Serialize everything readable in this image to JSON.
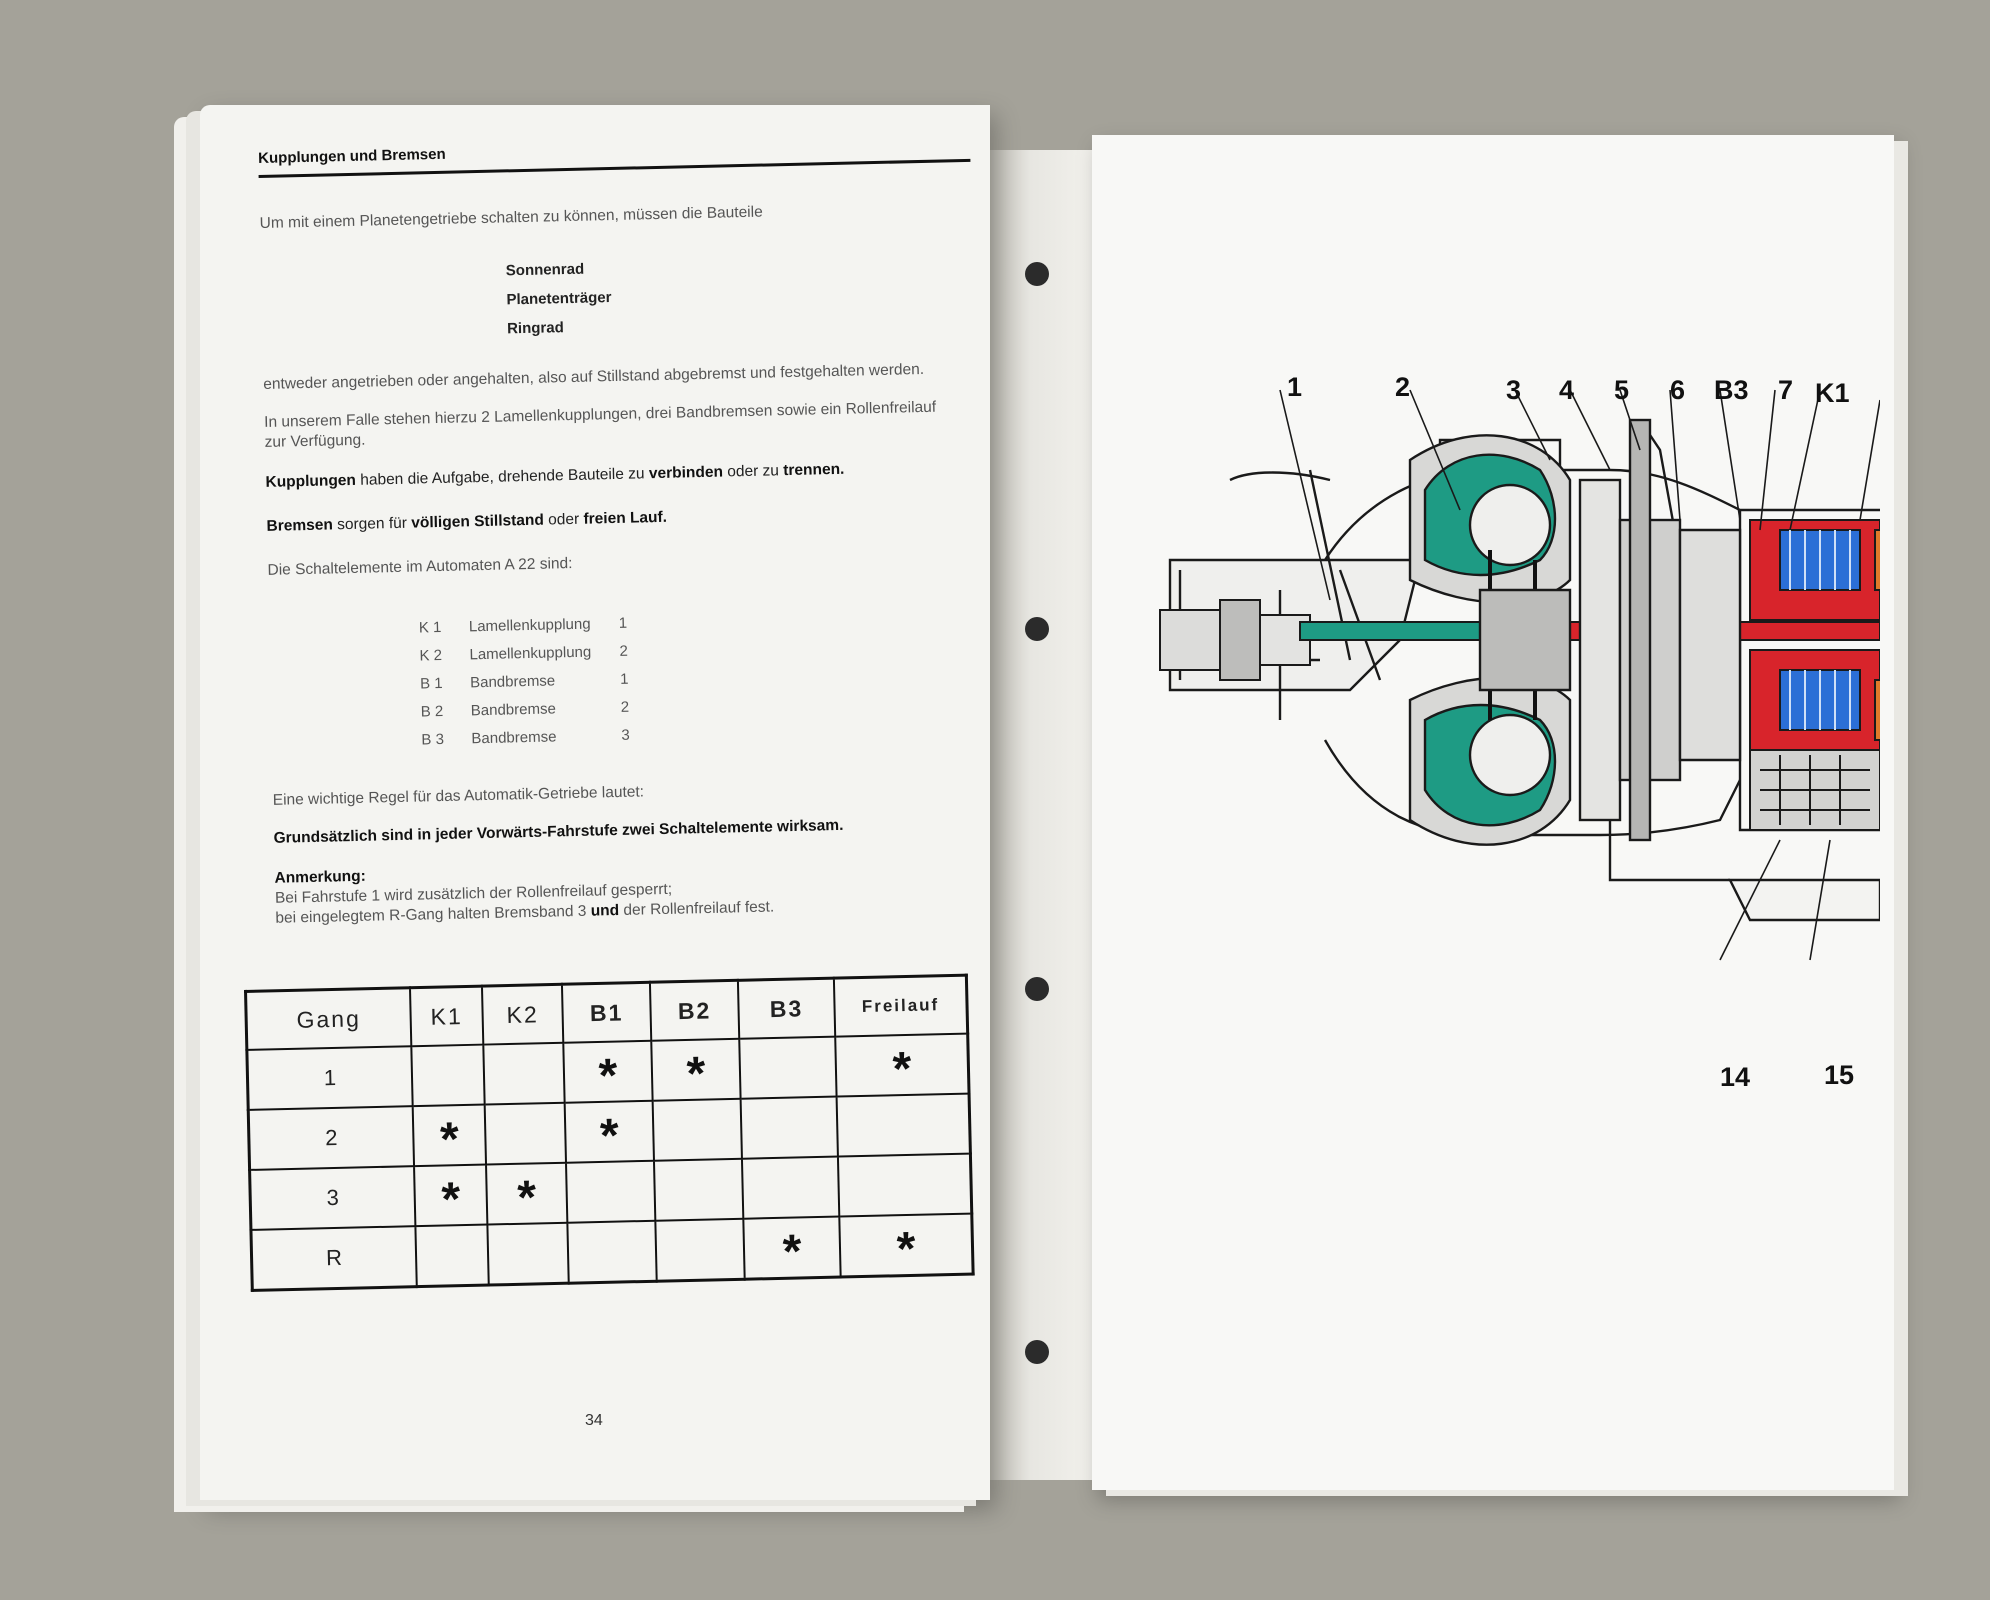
{
  "left_page": {
    "section_title": "Kupplungen und Bremsen",
    "intro": "Um mit einem Planetengetriebe schalten zu können, müssen die Bauteile",
    "components": [
      "Sonnenrad",
      "Planetenträger",
      "Ringrad"
    ],
    "after_components": "entweder angetrieben oder angehalten, also auf Stillstand abgebremst und festgehalten werden.",
    "availability": "In unserem Falle stehen hierzu 2 Lamellenkupplungen, drei Bandbremsen sowie ein Rollenfreilauf zur Verfügung.",
    "clutch_sentence": {
      "label": "Kupplungen",
      "text1": " haben die Aufgabe, drehende Bauteile zu ",
      "verb1": "verbinden",
      "text2": " oder zu ",
      "verb2": "trennen."
    },
    "brake_sentence": {
      "label": "Bremsen",
      "text1": " sorgen für ",
      "bold1": "völligen Stillstand",
      "text2": " oder ",
      "bold2": "freien Lauf."
    },
    "elements_intro": "Die Schaltelemente im Automaten A 22 sind:",
    "elements": [
      {
        "code": "K 1",
        "name": "Lamellenkupplung",
        "num": "1"
      },
      {
        "code": "K 2",
        "name": "Lamellenkupplung",
        "num": "2"
      },
      {
        "code": "B 1",
        "name": "Bandbremse",
        "num": "1"
      },
      {
        "code": "B 2",
        "name": "Bandbremse",
        "num": "2"
      },
      {
        "code": "B 3",
        "name": "Bandbremse",
        "num": "3"
      }
    ],
    "rule_intro": "Eine wichtige Regel für das Automatik-Getriebe lautet:",
    "rule": "Grundsätzlich sind in jeder Vorwärts-Fahrstufe zwei Schaltelemente wirksam.",
    "note_title": "Anmerkung:",
    "note_line1": "Bei Fahrstufe 1 wird zusätzlich der Rollenfreilauf gesperrt;",
    "note_line2a": "bei eingelegtem R-Gang halten Bremsband 3 ",
    "note_line2b": "und",
    "note_line2c": " der Rollenfreilauf fest.",
    "table": {
      "headers": [
        "Gang",
        "K1",
        "K2",
        "B1",
        "B2",
        "B3",
        "Freilauf"
      ],
      "rows": [
        {
          "gear": "1",
          "cells": [
            "",
            "",
            "*",
            "*",
            "",
            "*"
          ]
        },
        {
          "gear": "2",
          "cells": [
            "*",
            "",
            "*",
            "",
            "",
            ""
          ]
        },
        {
          "gear": "3",
          "cells": [
            "*",
            "*",
            "",
            "",
            "",
            ""
          ]
        },
        {
          "gear": "R",
          "cells": [
            "",
            "",
            "",
            "",
            "*",
            "*"
          ]
        }
      ]
    },
    "page_number": "34"
  },
  "right_page": {
    "callouts_top": [
      "1",
      "2",
      "3",
      "4",
      "5",
      "6",
      "B3",
      "7",
      "K1"
    ],
    "callouts_bottom": [
      "14",
      "15"
    ],
    "colors": {
      "teal": "#1e9b84",
      "red": "#d8242b",
      "blue": "#2b6fd6",
      "orange": "#e07a2a",
      "grey": "#8c8c8c",
      "outline": "#1a1a1a"
    }
  }
}
